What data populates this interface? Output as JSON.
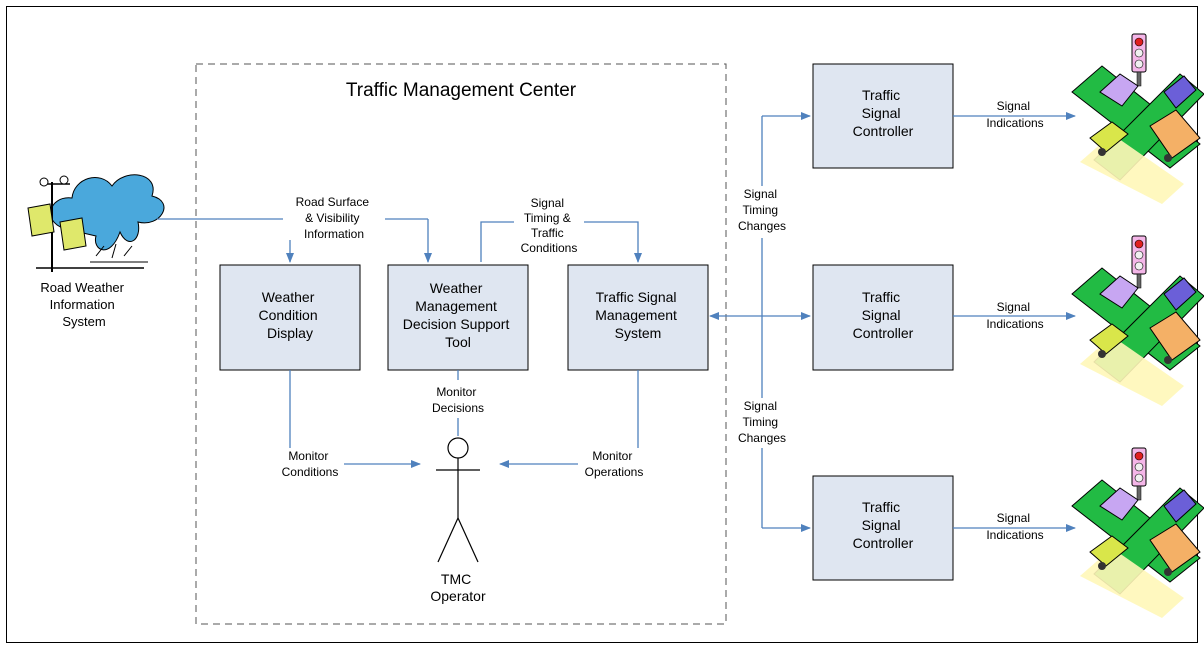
{
  "tmc": {
    "title": "Traffic Management Center",
    "weather_display": [
      "Weather",
      "Condition",
      "Display"
    ],
    "decision_tool": [
      "Weather",
      "Management",
      "Decision Support",
      "Tool"
    ],
    "signal_mgmt": [
      "Traffic Signal",
      "Management",
      "System"
    ],
    "operator": [
      "TMC",
      "Operator"
    ]
  },
  "rwis": {
    "label": [
      "Road Weather",
      "Information",
      "System"
    ]
  },
  "controllers": [
    {
      "label": [
        "Traffic",
        "Signal",
        "Controller"
      ],
      "output": [
        "Signal",
        "Indications"
      ]
    },
    {
      "label": [
        "Traffic",
        "Signal",
        "Controller"
      ],
      "output": [
        "Signal",
        "Indications"
      ]
    },
    {
      "label": [
        "Traffic",
        "Signal",
        "Controller"
      ],
      "output": [
        "Signal",
        "Indications"
      ]
    }
  ],
  "flows": {
    "road_surface": [
      "Road Surface",
      "& Visibility",
      "Information"
    ],
    "signal_timing_conditions": [
      "Signal",
      "Timing &",
      "Traffic",
      "Conditions"
    ],
    "monitor_decisions": [
      "Monitor",
      "Decisions"
    ],
    "monitor_conditions": [
      "Monitor",
      "Conditions"
    ],
    "monitor_operations": [
      "Monitor",
      "Operations"
    ],
    "timing_changes_upper": [
      "Signal",
      "Timing",
      "Changes"
    ],
    "timing_changes_lower": [
      "Signal",
      "Timing",
      "Changes"
    ]
  },
  "colors": {
    "box_fill": "#dfe6f1",
    "connector": "#4f81bd",
    "cloud": "#4aa8dc",
    "road": "#22bb44"
  }
}
